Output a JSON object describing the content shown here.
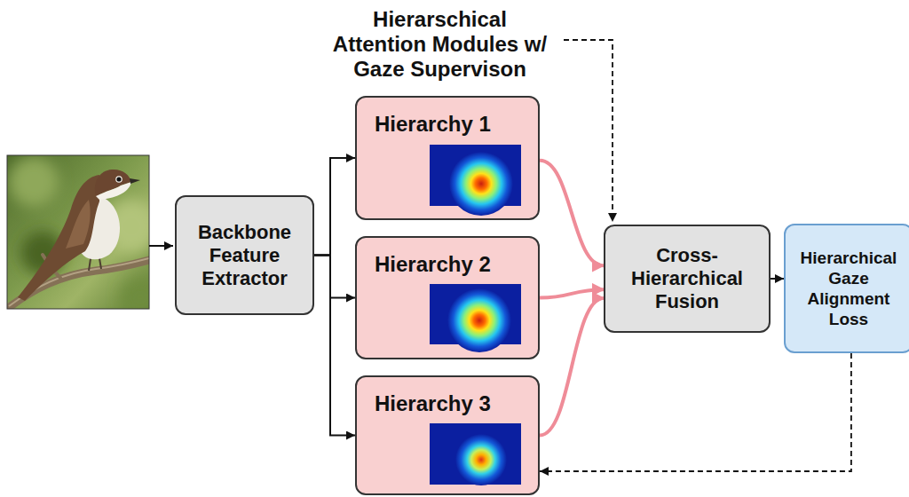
{
  "diagram": {
    "title": "Hierarschical Attention Modules w/ Gaze Supervison",
    "nodes": [
      {
        "text": [
          "Backbone Feature Extractor"
        ]
      },
      {
        "text": [
          "Hierarchy 1"
        ]
      },
      {
        "text": [
          "Hierarchy 2"
        ]
      },
      {
        "text": [
          "Hierarchy 3"
        ]
      },
      {
        "text": [
          "Cross-Hierarchical Fusion"
        ]
      },
      {
        "text": [
          "Hierarchical Gaze Alignment Loss"
        ]
      }
    ],
    "edges": [
      {
        "from": 0,
        "to": 1,
        "arrow": "to"
      },
      {
        "from": 0,
        "to": 2,
        "arrow": "to"
      },
      {
        "from": 0,
        "to": 3,
        "arrow": "to"
      },
      {
        "from": 1,
        "to": 4,
        "arrow": "to"
      },
      {
        "from": 2,
        "to": 4,
        "arrow": "to"
      },
      {
        "from": 3,
        "to": 4,
        "arrow": "to"
      },
      {
        "from": 4,
        "to": 5,
        "arrow": "to"
      },
      {
        "from": 5,
        "to": 3,
        "arrow": "to"
      }
    ]
  }
}
